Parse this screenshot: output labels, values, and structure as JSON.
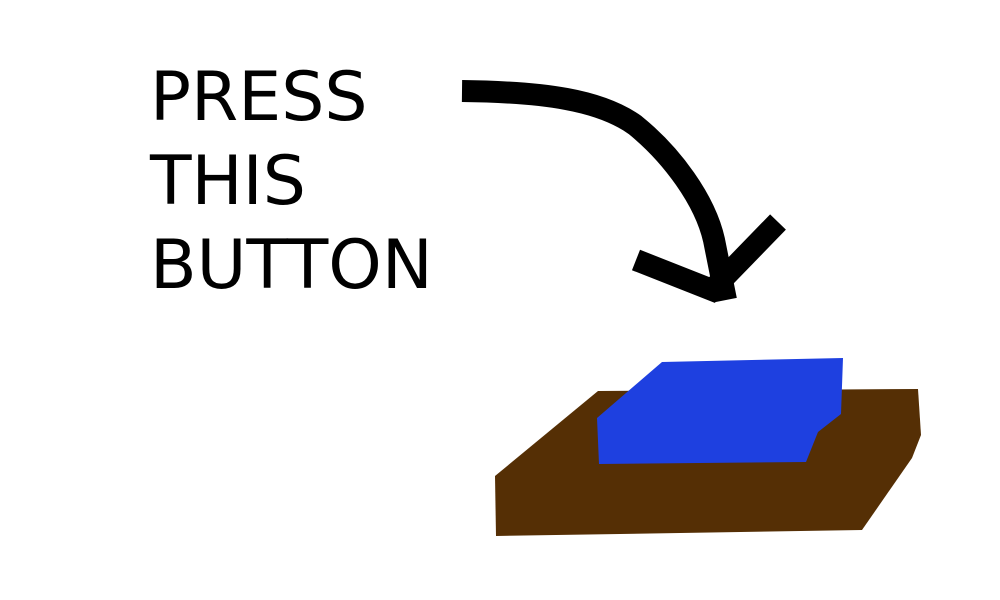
{
  "caption": {
    "lines": [
      "PRESS",
      "THIS",
      "BUTTON"
    ]
  },
  "colors": {
    "background": "#ffffff",
    "text": "#000000",
    "arrow": "#000000",
    "base": "#552f05",
    "button": "#1e40e0"
  },
  "icons": {
    "arrow": "curved-arrow-down-icon",
    "button": "push-button"
  }
}
